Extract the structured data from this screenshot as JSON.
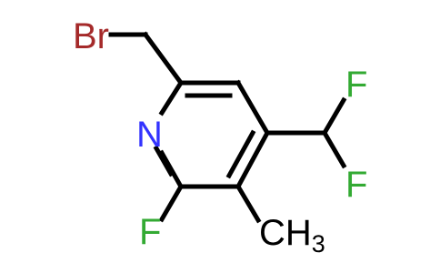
{
  "molecule": {
    "atoms": {
      "bromine": "Br",
      "nitrogen": "N",
      "ring_fluorine": "F",
      "chf2_fluorine_top": "F",
      "chf2_fluorine_bottom": "F",
      "methyl_carbon": "CH",
      "methyl_subscript": "3"
    }
  },
  "colors": {
    "bond": "#000000",
    "bromine": "#a52a2a",
    "nitrogen": "#3333ff",
    "fluorine": "#33aa33",
    "carbon": "#000000"
  }
}
